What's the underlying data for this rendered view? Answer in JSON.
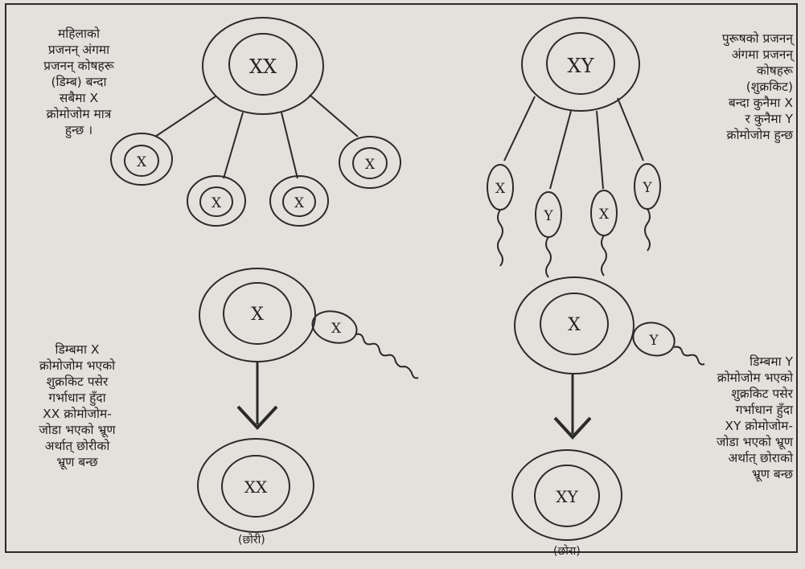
{
  "labels": {
    "female_note": "महिलाको\nप्रजनन् अंगमा\nप्रजनन् कोषहरू\n(डिम्ब) बन्दा\nसबैमा X\nक्रोमोजोम मात्र\nहुन्छ ।",
    "male_note": "पुरूषको प्रजनन्\nअंगमा प्रजनन्\nकोषहरू\n(शुक्रकिट)\nबन्दा कुनैमा X\nर कुनैमा Y\nक्रोमोजोम हुन्छ",
    "girl_note": "डिम्बमा X\nक्रोमोजोम भएको\nशुक्रकिट पसेर\nगर्भाधान हुँदा\nXX क्रोमोजोम-\nजोडा भएको भ्रूण\nअर्थात् छोरीको\nभ्रूण बन्छ",
    "boy_note": "डिम्बमा Y\nक्रोमोजोम भएको\nशुक्रकिट पसेर\nगर्भाधान हुँदा\nXY क्रोमोजोम-\nजोडा भएको भ्रूण\nअर्थात् छोराको\nभ्रूण बन्छ",
    "girl_caption": "(छोरी)",
    "boy_caption": "(छोरा)"
  },
  "cells": {
    "female_parent": "XX",
    "male_parent": "XY",
    "eggs": [
      "X",
      "X",
      "X",
      "X"
    ],
    "sperms": [
      "X",
      "Y",
      "X",
      "Y"
    ],
    "girl_egg": "X",
    "girl_sperm": "X",
    "boy_egg": "X",
    "boy_sperm": "Y",
    "girl_embryo": "XX",
    "boy_embryo": "XY"
  }
}
